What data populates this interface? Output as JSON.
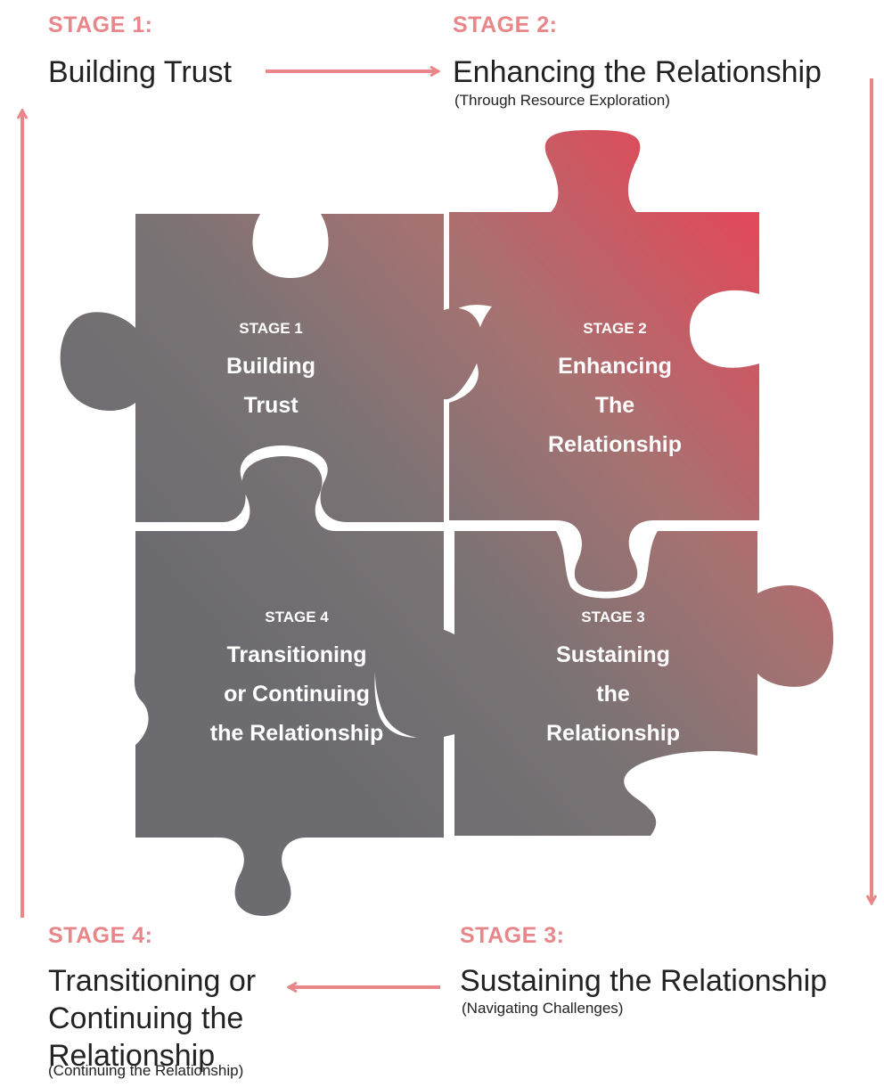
{
  "colors": {
    "accent": "#e8868a",
    "red": "#e04a5a",
    "gray": "#6b6b70",
    "text": "#222222"
  },
  "stages": {
    "s1": {
      "tag": "STAGE 1:",
      "title": "Building Trust"
    },
    "s2": {
      "tag": "STAGE 2:",
      "title": "Enhancing the Relationship",
      "subtitle": "(Through Resource Exploration)"
    },
    "s3": {
      "tag": "STAGE 3:",
      "title": "Sustaining the Relationship",
      "subtitle": "(Navigating Challenges)"
    },
    "s4": {
      "tag": "STAGE 4:",
      "title": "Transitioning or Continuing the Relationship",
      "subtitle": "(Continuing the Relationship)"
    }
  },
  "pieces": {
    "p1": {
      "kicker": "STAGE 1",
      "line1": "Building",
      "line2": "Trust"
    },
    "p2": {
      "kicker": "STAGE 2",
      "line1": "Enhancing",
      "line2": "The",
      "line3": "Relationship"
    },
    "p3": {
      "kicker": "STAGE 3",
      "line1": "Sustaining",
      "line2": "the",
      "line3": "Relationship"
    },
    "p4": {
      "kicker": "STAGE 4",
      "line1": "Transitioning",
      "line2": "or Continuing",
      "line3": "the Relationship"
    }
  }
}
